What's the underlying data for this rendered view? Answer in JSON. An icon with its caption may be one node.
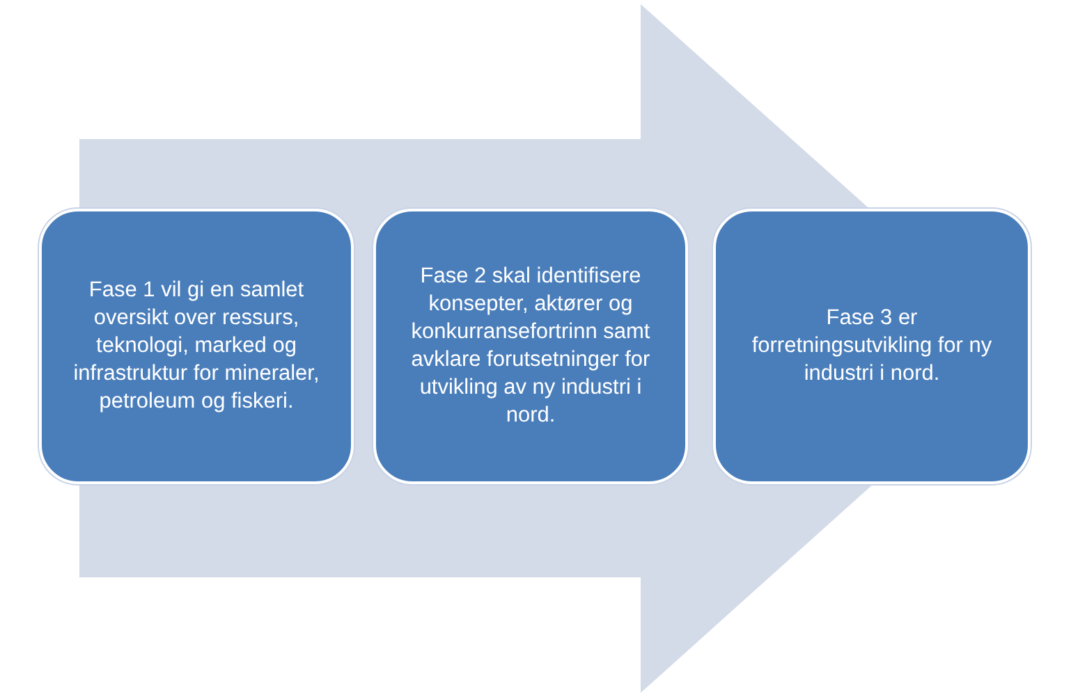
{
  "diagram": {
    "nodes": [
      {
        "text": [
          "Fase 1 vil gi en samlet oversikt over ressurs, teknologi, marked og infrastruktur for mineraler, petroleum og fiskeri."
        ]
      },
      {
        "text": [
          "Fase 2 skal identifisere konsepter, aktører og konkurransefortrinn samt avklare forutsetninger for utvikling av ny industri i nord."
        ]
      },
      {
        "text": [
          "Fase 3 er forretningsutvikling for ny industri i nord."
        ]
      }
    ],
    "edges": [
      {
        "from": 0,
        "to": 2,
        "arrow": "to"
      }
    ]
  }
}
